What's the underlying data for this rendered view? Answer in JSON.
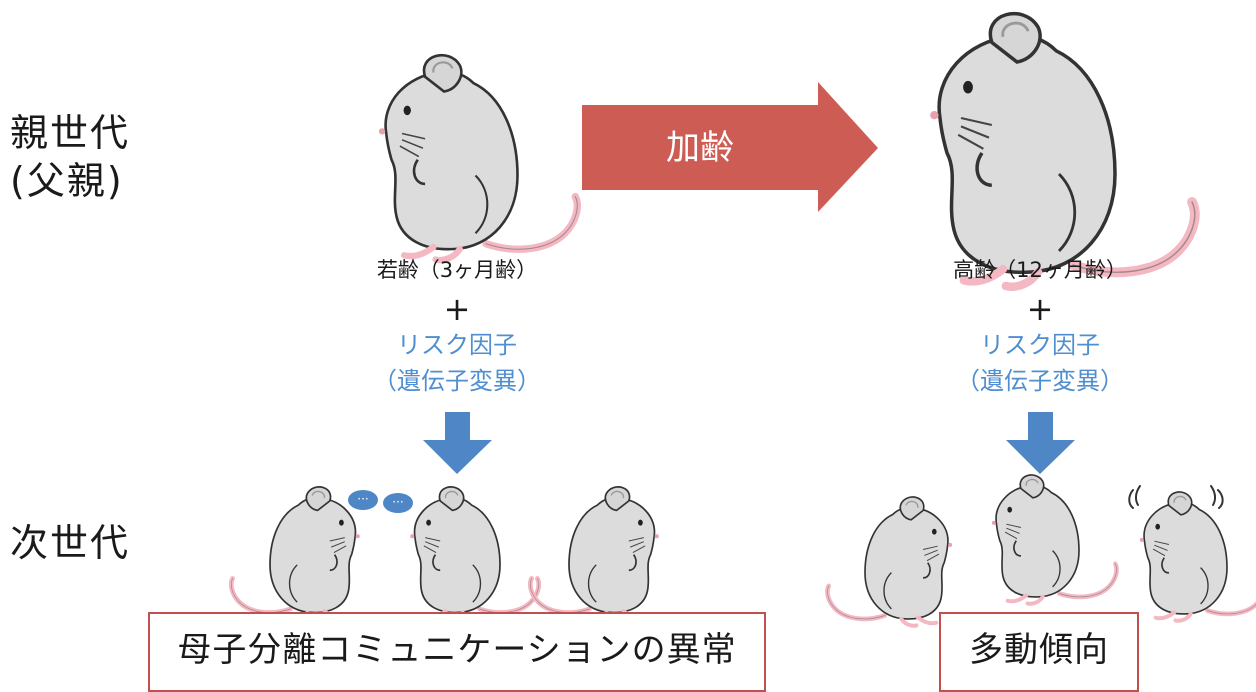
{
  "labels": {
    "parent_gen": "親世代",
    "parent_sub": "(父親)",
    "next_gen": "次世代"
  },
  "aging_arrow": {
    "label": "加齢",
    "color": "#cd5c55"
  },
  "young": {
    "age_label": "若齢（3ヶ月齢）",
    "plus": "+",
    "risk_line1": "リスク因子",
    "risk_line2": "（遺伝子変異）",
    "outcome": "母子分離コミュニケーションの異常"
  },
  "old": {
    "age_label": "高齢（12ヶ月齢）",
    "plus": "+",
    "risk_line1": "リスク因子",
    "risk_line2": "（遺伝子変異）",
    "outcome": "多動傾向"
  },
  "colors": {
    "risk_text": "#4f8fd1",
    "down_arrow": "#4f86c6",
    "box_border": "#c0504d",
    "mouse_body": "#dcdcdc",
    "mouse_outline": "#333333",
    "mouse_tail": "#f3b8c2"
  }
}
